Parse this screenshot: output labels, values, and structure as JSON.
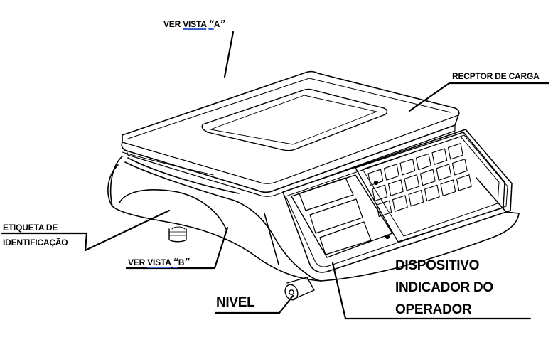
{
  "labels": {
    "view_a": {
      "prefix": "VER ",
      "word": "VISTA",
      "open_quote": "“",
      "letter": "A",
      "close_quote": "”"
    },
    "view_b": {
      "prefix": "VER ",
      "word": "VISTA",
      "open_quote": "“",
      "letter": "B",
      "close_quote": "”"
    },
    "load_receptor": "RECPTOR DE CARGA",
    "id_tag_line1": "ETIQUETA DE",
    "id_tag_line2": "IDENTIFICAÇÃO",
    "level": "NIVEL",
    "indicator_line1": "DISPOSITIVO",
    "indicator_line2": "INDICADOR DO",
    "indicator_line3": "OPERADOR"
  },
  "colors": {
    "line": "#000000",
    "underline_accent": "#3a5fcd",
    "background": "#ffffff"
  }
}
